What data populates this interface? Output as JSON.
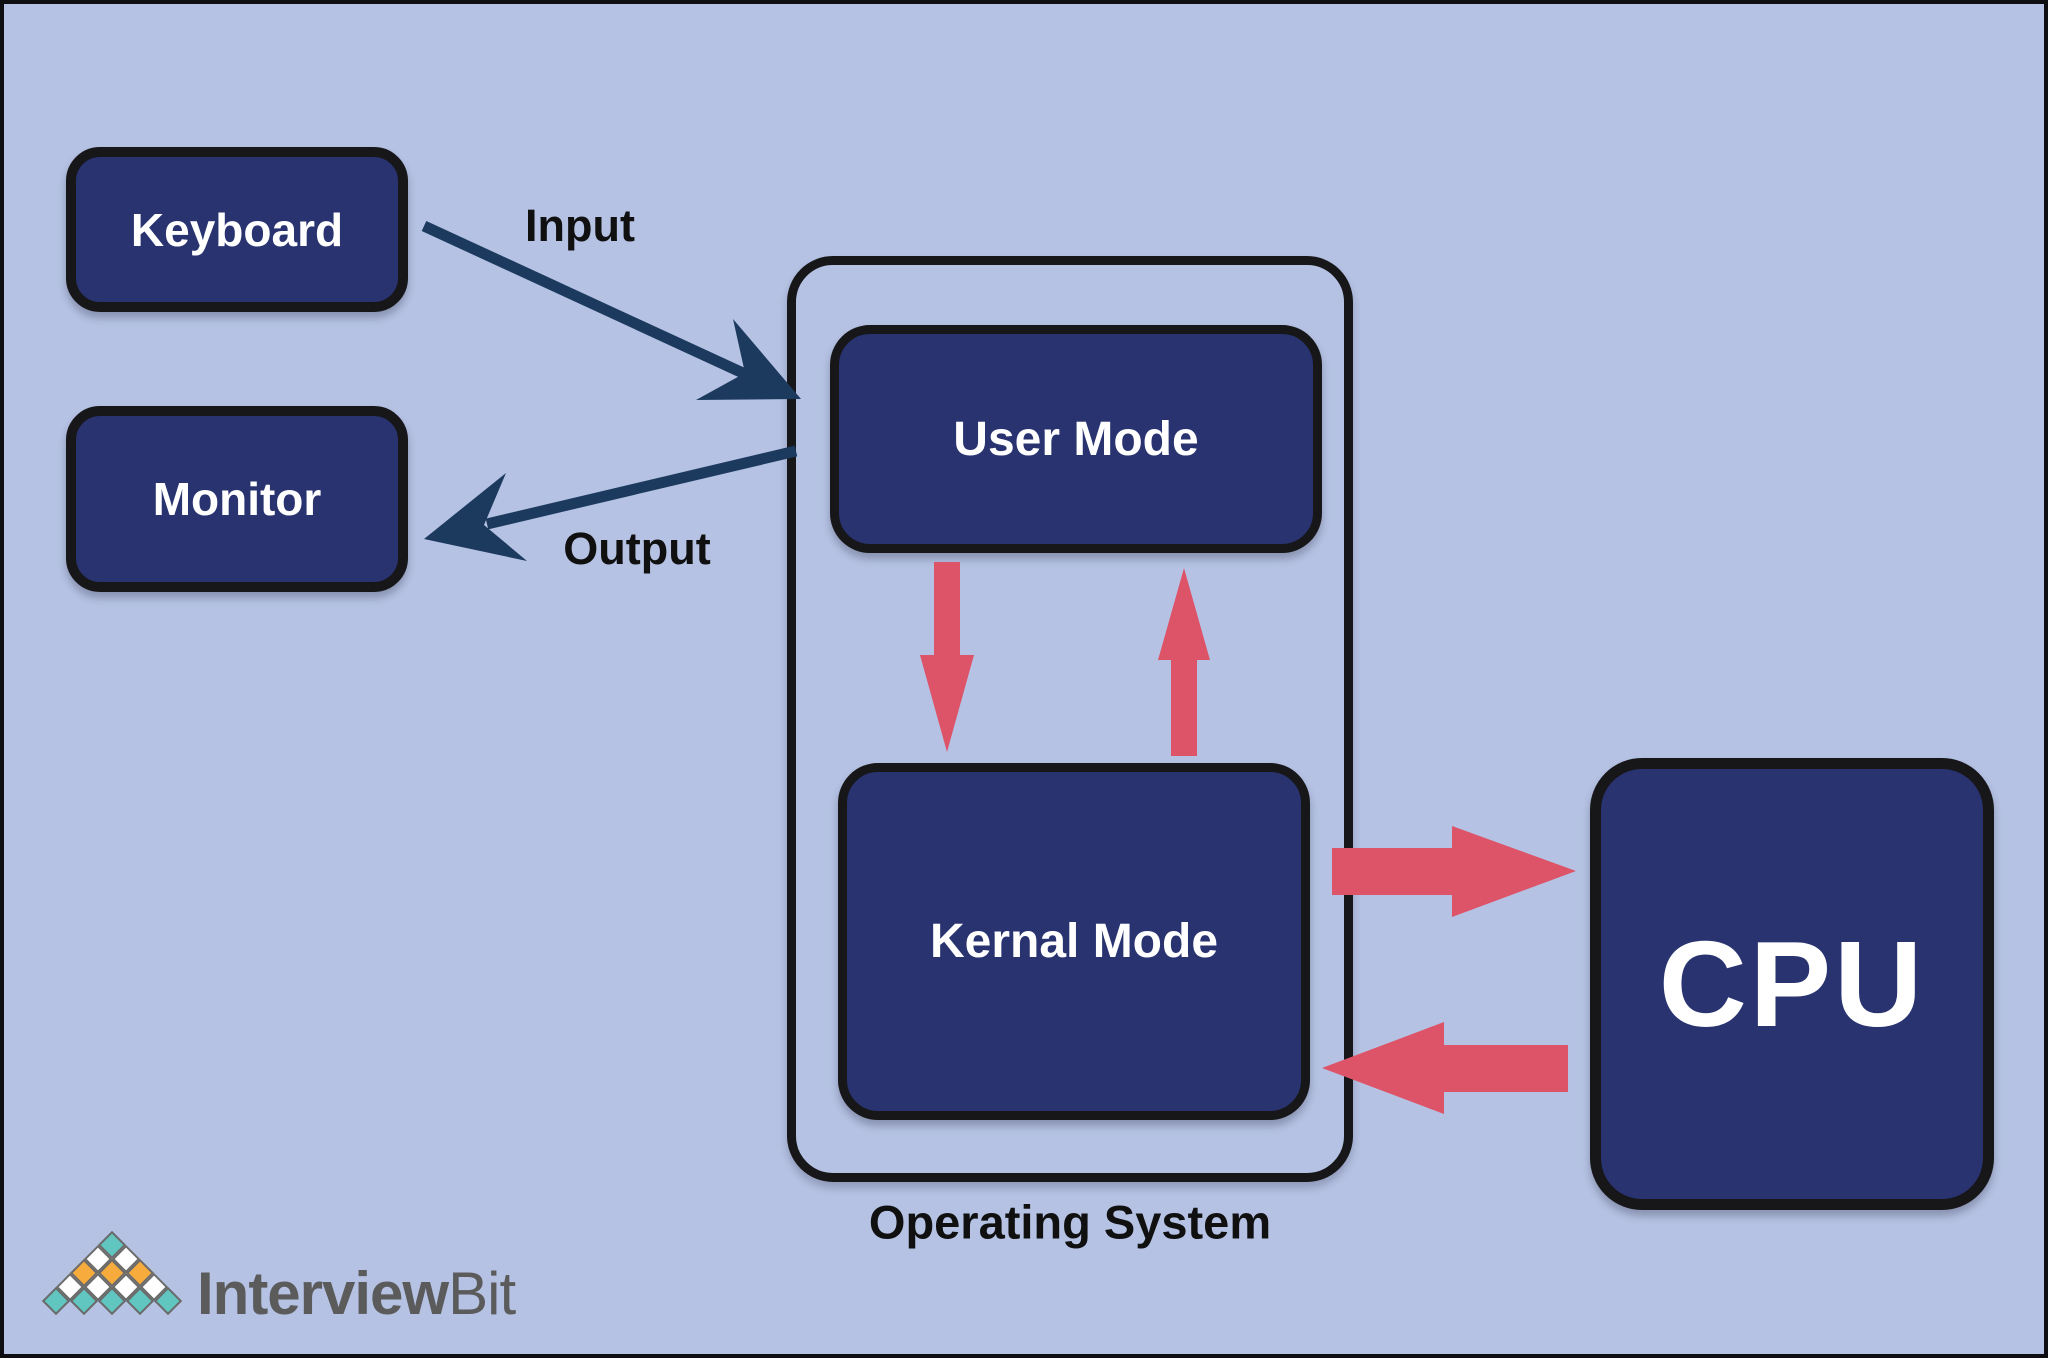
{
  "colors": {
    "canvas_bg": "#b5c2e3",
    "frame_border": "#0d0d12",
    "box_fill": "#283370",
    "box_border": "#17171a",
    "box_text": "#ffffff",
    "label_text": "#101010",
    "arrow_navy": "#1c3a5e",
    "arrow_red": "#dd5368"
  },
  "devices": {
    "keyboard_label": "Keyboard",
    "monitor_label": "Monitor"
  },
  "flows": {
    "input_label": "Input",
    "output_label": "Output"
  },
  "os": {
    "container_label": "Operating System",
    "user_mode_label": "User Mode",
    "kernel_mode_label": "Kernal Mode"
  },
  "cpu": {
    "label": "CPU"
  },
  "logo": {
    "brand_bold": "Interview",
    "brand_light": "Bit",
    "text_color": "#5b5b5b",
    "outline": "#6a6a6a",
    "colors": {
      "teal": "#62c6c0",
      "orange": "#f6ab3c",
      "white": "#ffffff"
    },
    "pyramid": [
      [
        "teal"
      ],
      [
        "white",
        "white"
      ],
      [
        "orange",
        "orange",
        "orange"
      ],
      [
        "white",
        "white",
        "white",
        "white"
      ],
      [
        "teal",
        "teal",
        "teal",
        "teal",
        "teal"
      ]
    ]
  }
}
